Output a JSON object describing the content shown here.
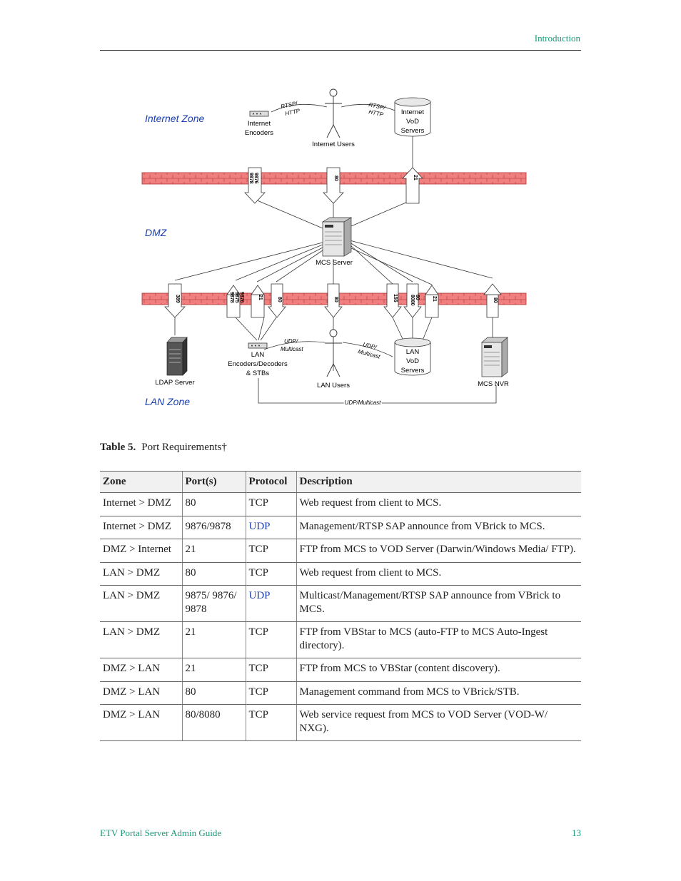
{
  "header": {
    "section": "Introduction"
  },
  "diagram": {
    "zones": {
      "internet": "Internet Zone",
      "dmz": "DMZ",
      "lan": "LAN Zone"
    },
    "nodes": {
      "internet_encoders": [
        "Internet",
        "Encoders"
      ],
      "internet_users": "Internet Users",
      "internet_vod": [
        "Internet",
        "VoD",
        "Servers"
      ],
      "mcs_server": "MCS Server",
      "ldap_server": "LDAP Server",
      "lan_encoders": [
        "LAN",
        "Encoders/Decoders",
        "& STBs"
      ],
      "lan_users": "LAN Users",
      "lan_vod": [
        "LAN",
        "VoD",
        "Servers"
      ],
      "mcs_nvr": "MCS NVR"
    },
    "link_labels": {
      "rtsp_http_left": [
        "RTSP/",
        "HTTP"
      ],
      "rtsp_http_right": [
        "RTSP/",
        "HTTP"
      ],
      "udp_multicast_left": [
        "UDP/",
        "Multicast"
      ],
      "udp_multicast_right": [
        "UDP/",
        "Multicast"
      ],
      "udp_multicast_bottom": "UDP/Multicast"
    },
    "top_firewall_ports": [
      [
        "9876",
        "9878"
      ],
      [
        "80"
      ],
      [
        "21"
      ]
    ],
    "bottom_firewall_ports": [
      [
        "389"
      ],
      [
        "9876",
        "9875",
        "9878"
      ],
      [
        "21"
      ],
      [
        "80"
      ],
      [
        "80"
      ],
      [
        "155"
      ],
      [
        "80",
        "8080"
      ],
      [
        "21"
      ],
      [
        "80"
      ]
    ],
    "colors": {
      "firewall": "#f08080",
      "zone_label": "#1a3fb0"
    }
  },
  "caption": {
    "label": "Table 5.",
    "title": "Port Requirements†"
  },
  "table": {
    "headers": [
      "Zone",
      "Port(s)",
      "Protocol",
      "Description"
    ],
    "rows": [
      {
        "zone": "Internet > DMZ",
        "ports": "80",
        "protocol": "TCP",
        "description": "Web request from client to MCS."
      },
      {
        "zone": "Internet > DMZ",
        "ports": "9876/9878",
        "protocol": "UDP",
        "description": "Management/RTSP SAP announce from VBrick to MCS."
      },
      {
        "zone": "DMZ > Internet",
        "ports": "21",
        "protocol": "TCP",
        "description": "FTP from MCS to VOD Server (Darwin/Windows Media/ FTP)."
      },
      {
        "zone": "LAN > DMZ",
        "ports": "80",
        "protocol": "TCP",
        "description": "Web request from client to MCS."
      },
      {
        "zone": "LAN > DMZ",
        "ports": "9875/ 9876/ 9878",
        "protocol": "UDP",
        "description": "Multicast/Management/RTSP SAP announce from VBrick to MCS."
      },
      {
        "zone": "LAN > DMZ",
        "ports": "21",
        "protocol": "TCP",
        "description": "FTP from VBStar to MCS (auto-FTP to MCS Auto-Ingest directory)."
      },
      {
        "zone": "DMZ > LAN",
        "ports": "21",
        "protocol": "TCP",
        "description": "FTP from MCS to VBStar (content discovery)."
      },
      {
        "zone": "DMZ > LAN",
        "ports": "80",
        "protocol": "TCP",
        "description": "Management command from MCS to VBrick/STB."
      },
      {
        "zone": "DMZ > LAN",
        "ports": "80/8080",
        "protocol": "TCP",
        "description": "Web service request from MCS to VOD Server (VOD-W/ NXG)."
      }
    ]
  },
  "footer": {
    "title": "ETV Portal Server Admin Guide",
    "page": "13"
  }
}
